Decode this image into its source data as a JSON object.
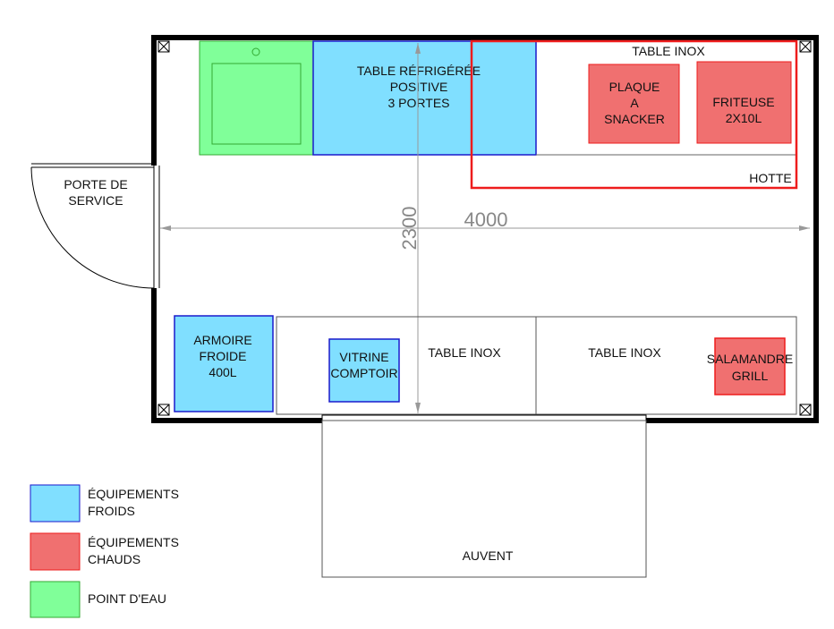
{
  "colors": {
    "cold": "#80dfff",
    "cold_border": "#1a1acc",
    "hot": "#f07070",
    "hot_border": "#ee1c1c",
    "water": "#80ff99",
    "water_border": "#33aa33"
  },
  "plan": {
    "fridge_table": [
      "TABLE RÉFRIGÉRÉE",
      "POSITIVE",
      "3 PORTES"
    ],
    "table_inox_top": "TABLE INOX",
    "plaque": [
      "PLAQUE",
      "A",
      "SNACKER"
    ],
    "friteuse": [
      "FRITEUSE",
      "2X10L"
    ],
    "hotte": "HOTTE",
    "door": [
      "PORTE DE",
      "SERVICE"
    ],
    "width_dim": "4000",
    "depth_dim": "2300",
    "armoire": [
      "ARMOIRE",
      "FROIDE",
      "400L"
    ],
    "vitrine": [
      "VITRINE",
      "COMPTOIR"
    ],
    "table_inox_1": "TABLE INOX",
    "table_inox_2": "TABLE INOX",
    "salamandre": [
      "SALAMANDRE",
      "GRILL"
    ],
    "auvent": "AUVENT"
  },
  "legend": [
    {
      "lines": [
        "ÉQUIPEMENTS",
        "FROIDS"
      ]
    },
    {
      "lines": [
        "ÉQUIPEMENTS",
        "CHAUDS"
      ]
    },
    {
      "lines": [
        "POINT D'EAU"
      ]
    }
  ]
}
